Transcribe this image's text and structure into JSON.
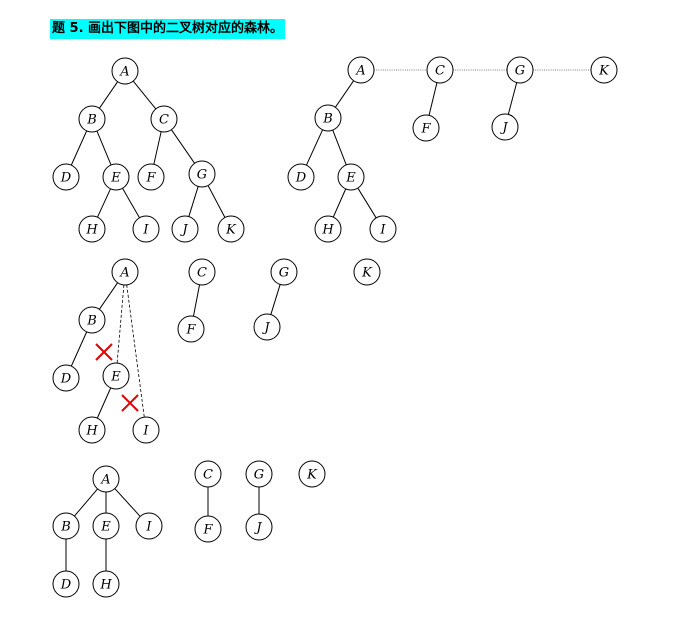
{
  "title": "题 5. 画出下图中的二叉树对应的森林。",
  "colors": {
    "title_highlight": "#00ffff",
    "cut_mark": "#e00000"
  },
  "diagrams": {
    "binary_tree": {
      "nodes": [
        "A",
        "B",
        "C",
        "D",
        "E",
        "F",
        "G",
        "H",
        "I",
        "J",
        "K"
      ]
    },
    "sibling_chain": {
      "nodes": [
        "A",
        "C",
        "G",
        "K",
        "B",
        "F",
        "J",
        "D",
        "E",
        "H",
        "I"
      ]
    },
    "split_step": {
      "nodes": [
        "A",
        "B",
        "D",
        "E",
        "H",
        "I",
        "C",
        "F",
        "G",
        "J",
        "K"
      ],
      "cut_count": 2
    },
    "forest": {
      "nodes": [
        "A",
        "B",
        "E",
        "I",
        "D",
        "H",
        "C",
        "F",
        "G",
        "J",
        "K"
      ]
    }
  }
}
